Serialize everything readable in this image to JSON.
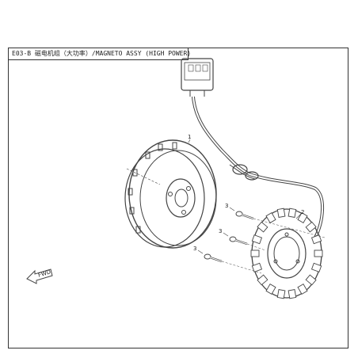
{
  "title": "E03-B 磁电机组（大功率）/MAGNETO ASSY (HIGH POWER)",
  "callouts": {
    "flywheel": "1",
    "stator": "2",
    "bolt_upper": "3",
    "bolt_middle": "3",
    "bolt_lower": "3"
  },
  "direction_label": "FWD"
}
